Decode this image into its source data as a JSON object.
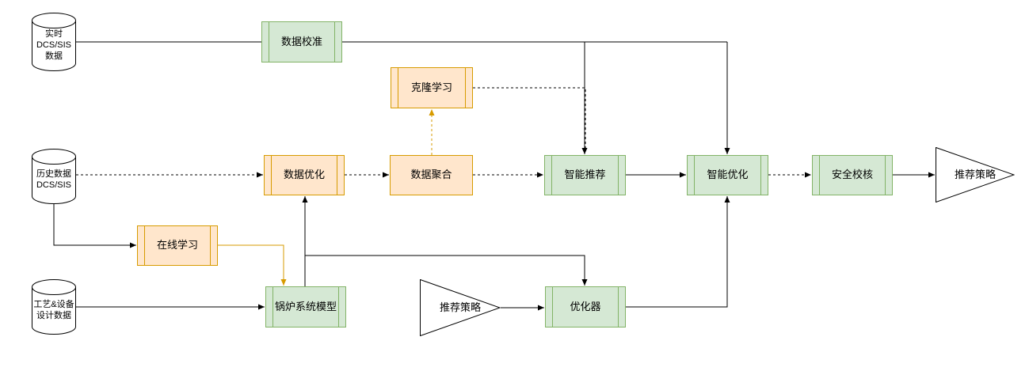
{
  "diagram": {
    "background": "#ffffff",
    "colors": {
      "green_fill": "#d5e8d4",
      "green_border": "#82b366",
      "orange_fill": "#ffe6cc",
      "orange_border": "#d79b00",
      "line": "#000000",
      "orange_line": "#d79b00",
      "shape_fill": "#ffffff"
    },
    "nodes": {
      "realtime_db": {
        "type": "datastore",
        "label": "实时\nDCS/SIS\n数据"
      },
      "history_db": {
        "type": "datastore",
        "label": "历史数据\nDCS/SIS"
      },
      "design_db": {
        "type": "datastore",
        "label": "工艺&设备\n设计数据"
      },
      "data_calibration": {
        "type": "process",
        "theme": "green",
        "label": "数据校准"
      },
      "clone_learning": {
        "type": "process",
        "theme": "orange",
        "label": "克隆学习"
      },
      "data_optimization": {
        "type": "process",
        "theme": "orange",
        "label": "数据优化"
      },
      "data_aggregation": {
        "type": "rectangle",
        "theme": "orange",
        "label": "数据聚合"
      },
      "smart_recommendation": {
        "type": "process",
        "theme": "green",
        "label": "智能推荐"
      },
      "smart_optimization": {
        "type": "process",
        "theme": "green",
        "label": "智能优化"
      },
      "safety_check": {
        "type": "process",
        "theme": "green",
        "label": "安全校核"
      },
      "online_learning": {
        "type": "process",
        "theme": "orange",
        "label": "在线学习"
      },
      "boiler_model": {
        "type": "process",
        "theme": "green",
        "label": "锅炉系统模型"
      },
      "optimizer": {
        "type": "process",
        "theme": "green",
        "label": "优化器"
      },
      "strategy_output": {
        "type": "triangle",
        "label": "推荐策略"
      },
      "strategy_input": {
        "type": "triangle",
        "label": "推荐策略"
      }
    },
    "edges": [
      {
        "from": "realtime_db",
        "to": "data_calibration",
        "style": "solid"
      },
      {
        "from": "data_calibration",
        "to": "smart_recommendation",
        "style": "solid"
      },
      {
        "from": "data_calibration",
        "to": "smart_optimization",
        "style": "solid"
      },
      {
        "from": "clone_learning",
        "to": "smart_recommendation",
        "style": "dashed"
      },
      {
        "from": "data_aggregation",
        "to": "clone_learning",
        "style": "dashed-orange"
      },
      {
        "from": "history_db",
        "to": "data_optimization",
        "style": "dashed"
      },
      {
        "from": "data_optimization",
        "to": "data_aggregation",
        "style": "dashed"
      },
      {
        "from": "data_aggregation",
        "to": "smart_recommendation",
        "style": "dashed"
      },
      {
        "from": "smart_recommendation",
        "to": "smart_optimization",
        "style": "solid"
      },
      {
        "from": "smart_optimization",
        "to": "safety_check",
        "style": "dashed"
      },
      {
        "from": "safety_check",
        "to": "strategy_output",
        "style": "solid"
      },
      {
        "from": "history_db",
        "to": "online_learning",
        "style": "solid"
      },
      {
        "from": "online_learning",
        "to": "boiler_model",
        "style": "solid-orange"
      },
      {
        "from": "design_db",
        "to": "boiler_model",
        "style": "solid"
      },
      {
        "from": "boiler_model",
        "to": "data_optimization",
        "style": "solid"
      },
      {
        "from": "boiler_model",
        "to": "optimizer",
        "style": "solid"
      },
      {
        "from": "strategy_input",
        "to": "optimizer",
        "style": "solid"
      },
      {
        "from": "optimizer",
        "to": "smart_optimization",
        "style": "solid"
      }
    ]
  }
}
